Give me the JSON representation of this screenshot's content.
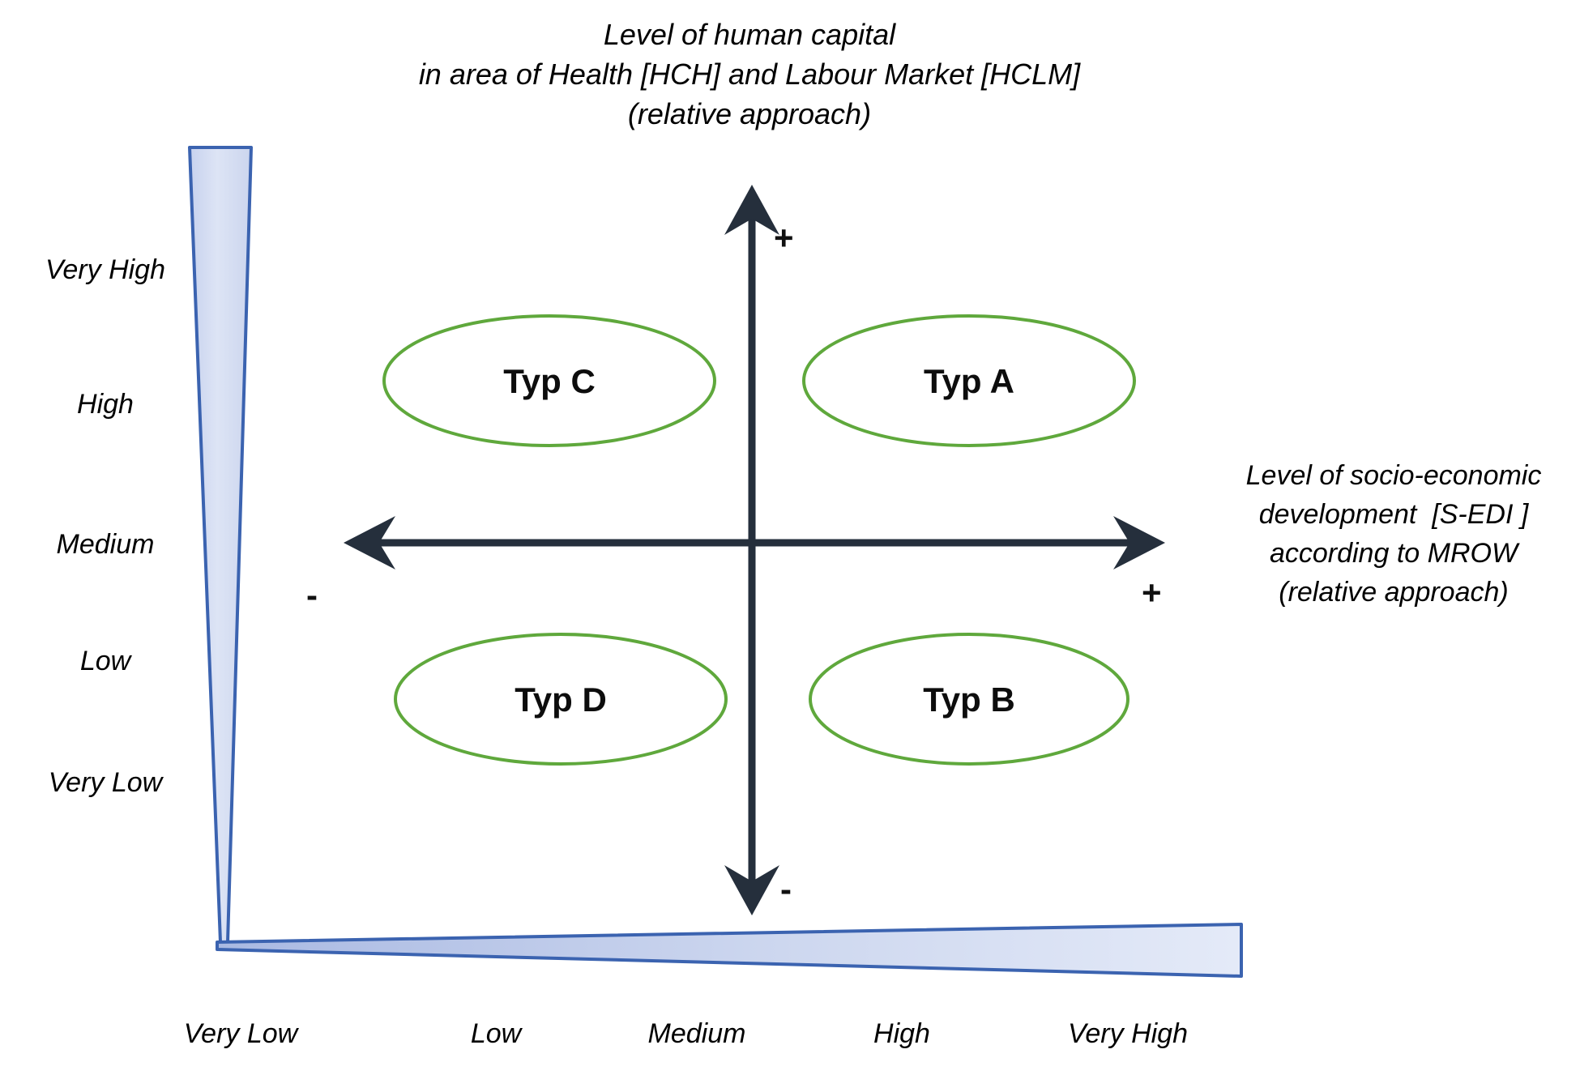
{
  "figure": {
    "type": "quadrant-matrix",
    "title_lines": [
      "Level of human capital",
      "in area of Health [HCH] and Labour Market [HCLM]",
      "(relative approach)"
    ],
    "x_axis_caption_lines": [
      "Level of socio-economic",
      "development  [S-EDI ]",
      "according to MROW",
      "(relative approach)"
    ],
    "y_axis_ticks": [
      "Very High",
      "High",
      "Medium",
      "Low",
      "Very Low"
    ],
    "x_axis_ticks": [
      "Very Low",
      "Low",
      "Medium",
      "High",
      "Very High"
    ],
    "axis_signs": {
      "top": "+",
      "bottom": "-",
      "left": "-",
      "right": "+"
    },
    "quadrants": [
      {
        "id": "typ-c",
        "label": "Typ C",
        "quadrant": "upper-left",
        "x_level": "negative",
        "y_level": "positive"
      },
      {
        "id": "typ-a",
        "label": "Typ A",
        "quadrant": "upper-right",
        "x_level": "positive",
        "y_level": "positive"
      },
      {
        "id": "typ-d",
        "label": "Typ D",
        "quadrant": "lower-left",
        "x_level": "negative",
        "y_level": "negative"
      },
      {
        "id": "typ-b",
        "label": "Typ B",
        "quadrant": "lower-right",
        "x_level": "positive",
        "y_level": "negative"
      }
    ],
    "colors": {
      "ellipse_stroke": "#5FA83C",
      "axis": "#252F3C",
      "wedge_fill_light": "#EDF1FA",
      "wedge_fill_dark": "#C3CFEC",
      "wedge_stroke": "#3B63B0",
      "text": "#000000",
      "background": "#FFFFFF"
    }
  },
  "chart_data": {
    "type": "scatter",
    "title": "Level of human capital in area of Health [HCH] and Labour Market [HCLM] (relative approach)",
    "xlabel": "Level of socio-economic development  [S-EDI ] according to MROW (relative approach)",
    "ylabel": "Level of human capital in area of Health [HCH] and Labour Market [HCLM] (relative approach)",
    "categories": [
      "Typ C",
      "Typ A",
      "Typ D",
      "Typ B"
    ],
    "x": [
      "Low",
      "High",
      "Low",
      "High"
    ],
    "y": [
      "High",
      "High",
      "Low",
      "Low"
    ],
    "xtick_labels": [
      "Very Low",
      "Low",
      "Medium",
      "High",
      "Very High"
    ],
    "ytick_labels": [
      "Very Low",
      "Low",
      "Medium",
      "High",
      "Very High"
    ],
    "grid": false,
    "legend": "none",
    "annotations": [
      "+",
      "-",
      "-",
      "+"
    ]
  }
}
